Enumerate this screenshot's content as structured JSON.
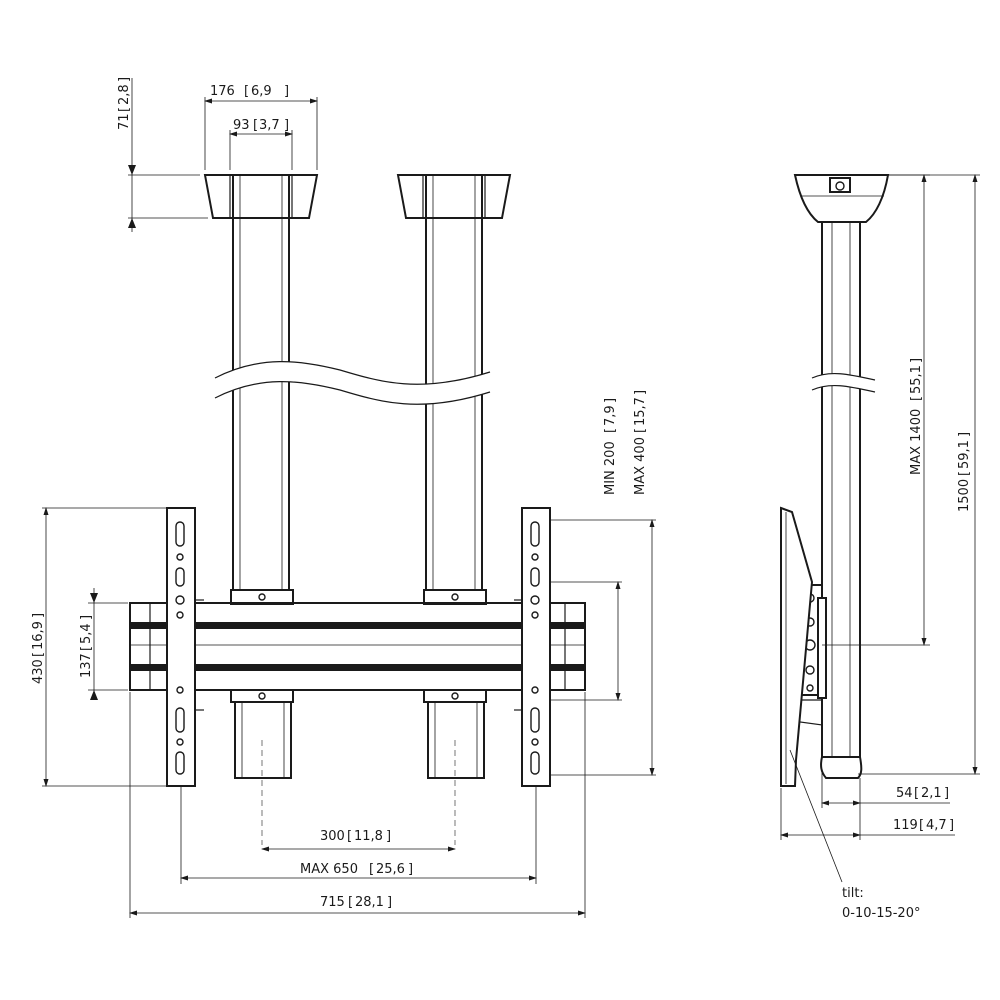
{
  "front_view": {
    "dim_plate_depth": "71",
    "dim_plate_depth_in": "2,8",
    "dim_plate_width": "176",
    "dim_plate_width_in": "6,9",
    "dim_hole_spacing": "93",
    "dim_hole_spacing_in": "3,7",
    "dim_min_height": "MIN 200",
    "dim_min_height_in": "7,9",
    "dim_max_height": "MAX 400",
    "dim_max_height_in": "15,7",
    "dim_total_height": "430",
    "dim_total_height_in": "16,9",
    "dim_rail_height": "137",
    "dim_rail_height_in": "5,4",
    "dim_pole_spacing": "300",
    "dim_pole_spacing_in": "11,8",
    "dim_max_width": "MAX 650",
    "dim_max_width_in": "25,6",
    "dim_total_width": "715",
    "dim_total_width_in": "28,1"
  },
  "side_view": {
    "dim_max_drop": "MAX 1400",
    "dim_max_drop_in": "55,1",
    "dim_total_drop": "1500",
    "dim_total_drop_in": "59,1",
    "dim_pole_depth": "54",
    "dim_pole_depth_in": "2,1",
    "dim_total_depth": "119",
    "dim_total_depth_in": "4,7",
    "tilt_label": "tilt:",
    "tilt_values": "0-10-15-20°"
  }
}
